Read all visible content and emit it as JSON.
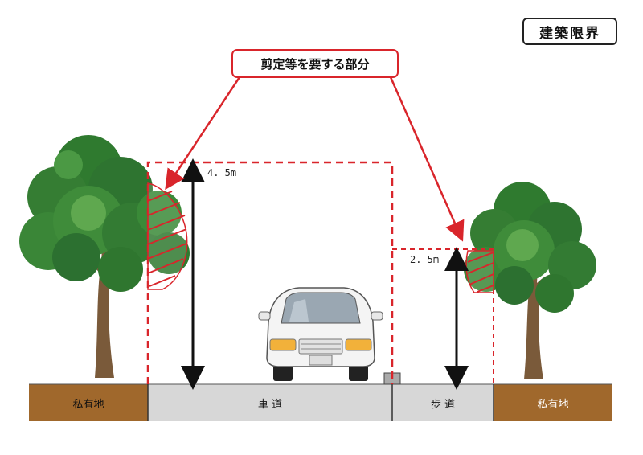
{
  "title": "建築限界",
  "callout": "剪定等を要する部分",
  "dimensions": {
    "roadway_height": "4. 5m",
    "sidewalk_height": "2. 5m"
  },
  "ground": {
    "private_left": "私有地",
    "roadway": "車 道",
    "sidewalk": "歩 道",
    "private_right": "私有地"
  },
  "colors": {
    "accent_red": "#d9252b",
    "soil": "#a0682c",
    "pavement": "#d7d7d7",
    "foliage": "#2f7a2f",
    "trunk": "#7a5a3a"
  }
}
